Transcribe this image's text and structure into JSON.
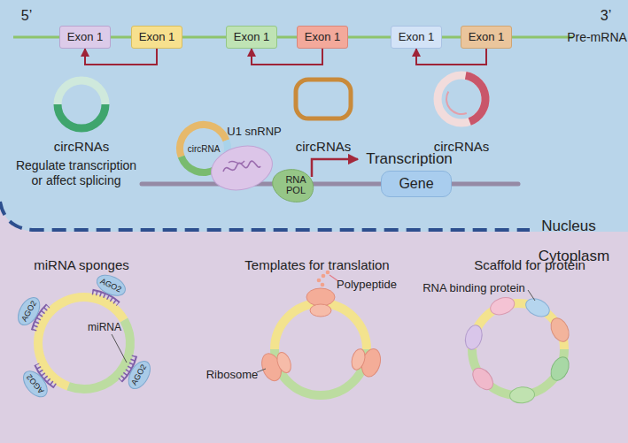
{
  "diagram": {
    "nodes": [
      {
        "text": [
          "Exon 1"
        ]
      },
      {
        "text": [
          "Exon 1"
        ]
      },
      {
        "text": [
          "Exon 1"
        ]
      },
      {
        "text": [
          "Exon 1"
        ]
      },
      {
        "text": [
          "Exon 1"
        ]
      },
      {
        "text": [
          "Exon 1"
        ]
      },
      {
        "text": [
          "circRNA"
        ]
      },
      {
        "text": [
          "U1 snRNP"
        ]
      },
      {
        "text": [
          "RNA POL"
        ]
      },
      {
        "text": [
          "Gene"
        ]
      }
    ],
    "edges": [
      {
        "from": 1,
        "to": 0,
        "arrow": "to"
      },
      {
        "from": 3,
        "to": 2,
        "arrow": "to"
      },
      {
        "from": 5,
        "to": 4,
        "arrow": "to"
      }
    ],
    "labels": [
      "5’",
      "3’",
      "Pre-mRNA",
      "circRNAs",
      "circRNAs",
      "circRNAs",
      "Regulate transcription or affect splicing",
      "Transcription",
      "Nucleus",
      "Cytoplasm",
      "miRNA sponges",
      "AGO2",
      "AGO2",
      "AGO2",
      "AGO2",
      "miRNA",
      "Templates for translation",
      "Polypeptide",
      "Ribosome",
      "Scaffold for protein",
      "RNA binding protein"
    ]
  }
}
